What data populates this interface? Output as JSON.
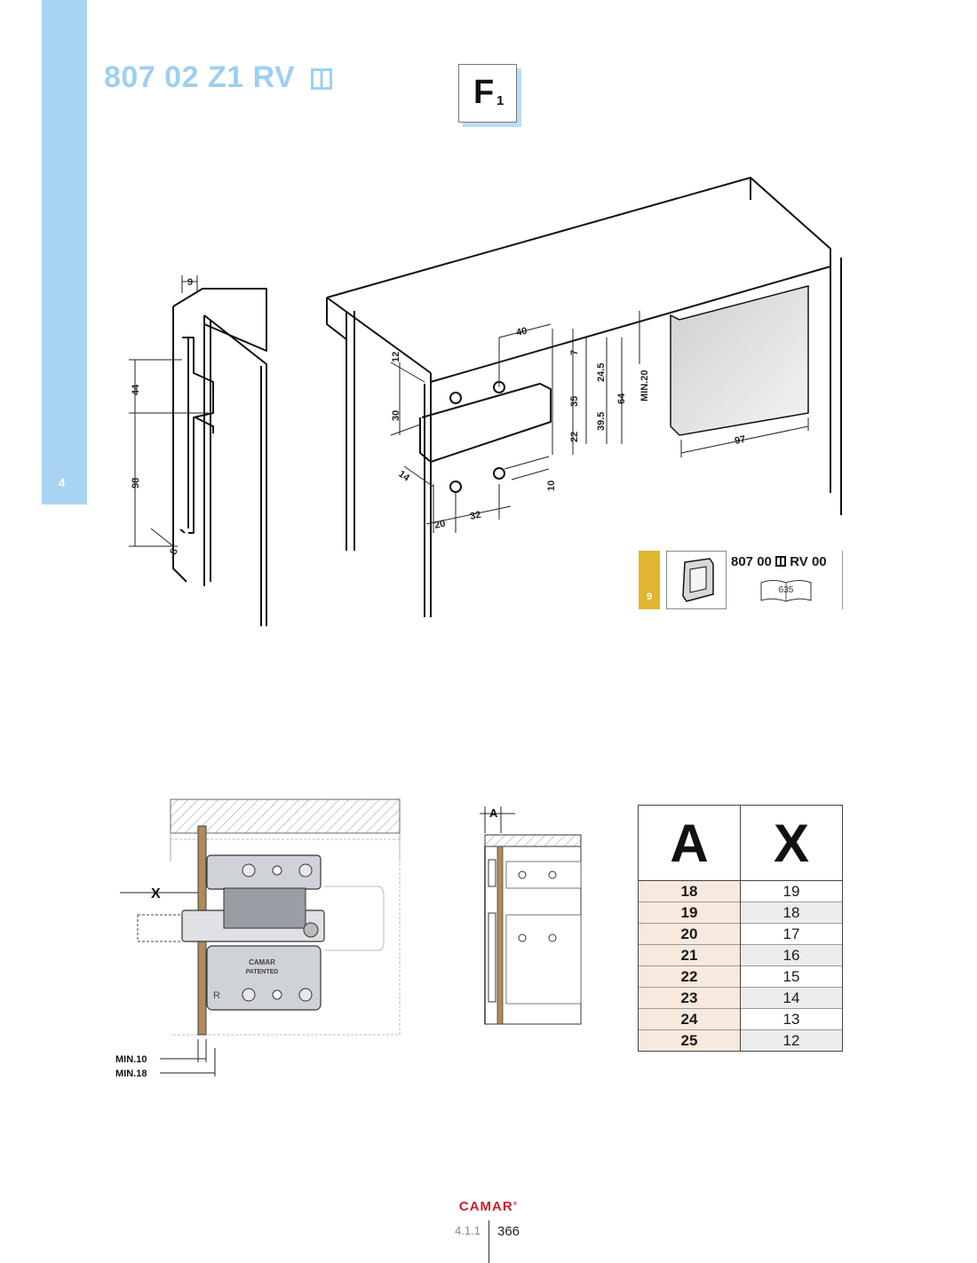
{
  "header": {
    "title": "807 02 Z1 RV",
    "figure_code": "F",
    "figure_code_sub": "1",
    "chapter": "4",
    "title_color": "#9dd0f0",
    "strip_color": "#a8d4f2"
  },
  "top_dims": {
    "d9": "9",
    "d44": "44",
    "d98": "98",
    "d8": "8",
    "d40": "40",
    "d7": "7",
    "d12": "12",
    "d30": "30",
    "d35": "35",
    "d24_5": "24.5",
    "d39_5": "39.5",
    "d22": "22",
    "d64": "64",
    "min20": "MIN.20",
    "d14": "14",
    "d10": "10",
    "d20": "20",
    "d32": "32",
    "d97": "97"
  },
  "accessory": {
    "tab_number": "9",
    "code_left": "807 00",
    "code_right": "RV 00",
    "catalog_page": "635",
    "tab_color": "#e0b62e"
  },
  "bottom_left": {
    "x_label": "X",
    "min10": "MIN.10",
    "min18": "MIN.18",
    "brand_engraving": "CAMAR",
    "patented": "PATENTED",
    "side_mark": "R"
  },
  "bottom_mid": {
    "a_label": "A"
  },
  "ax_table": {
    "header_a": "A",
    "header_x": "X",
    "rows": [
      {
        "a": "18",
        "x": "19"
      },
      {
        "a": "19",
        "x": "18"
      },
      {
        "a": "20",
        "x": "17"
      },
      {
        "a": "21",
        "x": "16"
      },
      {
        "a": "22",
        "x": "15"
      },
      {
        "a": "23",
        "x": "14"
      },
      {
        "a": "24",
        "x": "13"
      },
      {
        "a": "25",
        "x": "12"
      }
    ]
  },
  "footer": {
    "brand": "CAMAR",
    "section": "4.1.1",
    "page": "366",
    "brand_color": "#c9202a"
  }
}
